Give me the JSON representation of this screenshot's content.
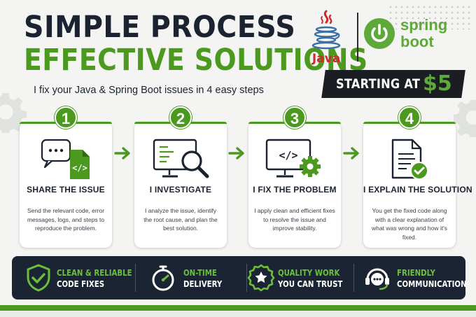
{
  "header": {
    "title_line1": "SIMPLE PROCESS",
    "title_line2": "EFFECTIVE SOLUTIONS",
    "subtitle": "I fix your Java & Spring Boot issues in 4 easy steps"
  },
  "logos": {
    "java": "Java",
    "spring_line1": "spring",
    "spring_line2": "boot"
  },
  "price": {
    "label": "STARTING AT",
    "value": "$5"
  },
  "steps": [
    {
      "number": "1",
      "title": "SHARE THE ISSUE",
      "description": "Send the relevant code, error messages, logs, and steps to reproduce the problem.",
      "icon": "chat-code-icon"
    },
    {
      "number": "2",
      "title": "I INVESTIGATE",
      "description": "I analyze the issue, identify the root cause, and plan the best solution.",
      "icon": "monitor-magnifier-icon"
    },
    {
      "number": "3",
      "title": "I FIX THE PROBLEM",
      "description": "I apply clean and efficient fixes to resolve the issue and improve stability.",
      "icon": "monitor-code-gear-icon"
    },
    {
      "number": "4",
      "title": "I EXPLAIN THE SOLUTION",
      "description": "You get the fixed code along with a clear explanation of what was wrong and how it's fixed.",
      "icon": "document-check-icon"
    }
  ],
  "features": [
    {
      "line1": "CLEAN & RELIABLE",
      "line2": "CODE FIXES",
      "icon": "shield-check-icon"
    },
    {
      "line1": "ON-TIME",
      "line2": "DELIVERY",
      "icon": "stopwatch-icon"
    },
    {
      "line1": "QUALITY WORK",
      "line2": "YOU CAN TRUST",
      "icon": "award-badge-icon"
    },
    {
      "line1": "FRIENDLY",
      "line2": "COMMUNICATION",
      "icon": "chat-headset-icon"
    }
  ],
  "colors": {
    "accent_green": "#4b9a1f",
    "dark_navy": "#1b2331",
    "java_red": "#d0282d",
    "spring_green": "#5fa83a"
  }
}
